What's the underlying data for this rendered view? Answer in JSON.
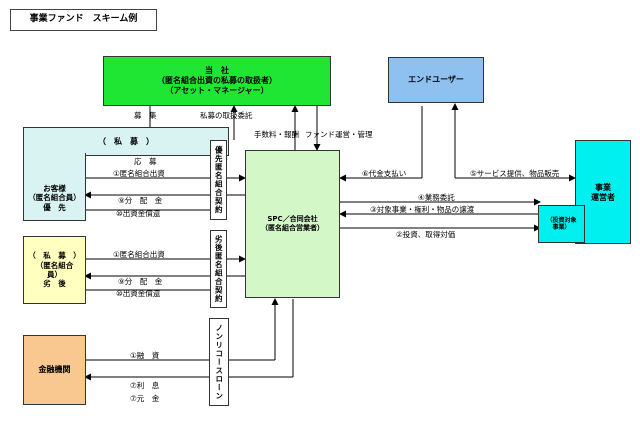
{
  "title": "事業ファンド　スキーム例",
  "boxes": {
    "asset_manager": {
      "line1": "当　社",
      "line2": "（匿名組合出資の私募の取扱者）",
      "line3": "（アセット・マネージャー）"
    },
    "end_user": "エンドユーザー",
    "customer": {
      "header": "（　私　募　）",
      "line1": "お客様",
      "line2": "（匿名組合員）",
      "line3": "優　先"
    },
    "junior": {
      "line1": "（　私　募　）",
      "line2": "（匿名組合",
      "line3": "員）",
      "line4": "劣　後"
    },
    "spc": {
      "line1": "SPC／合同会社",
      "line2": "（匿名組合営業者）"
    },
    "operator": {
      "line1": "事業",
      "line2": "運営者"
    },
    "investment_target": {
      "line1": "（投資対象",
      "line2": "事業）"
    },
    "bank": "金融機関",
    "senior_contract": "優先匿名組合契約",
    "junior_contract": "劣後匿名組合契約",
    "nonrecourse": "ノンリコースローン"
  },
  "labels": {
    "boshu": "募　集",
    "oubo": "応　募",
    "shibo_itaku": "私募の取扱委託",
    "fee": "手数料・報酬",
    "fund_ops": "ファンド運営・管理",
    "senior_invest": "①匿名組合出資",
    "senior_dist": "⑨分　配　金",
    "senior_repay": "⑩出資金償還",
    "junior_invest": "①匿名組合出資",
    "junior_dist": "⑨分　配　金",
    "junior_repay": "⑩出資金償還",
    "payment": "⑥代金支払い",
    "service": "⑤サービス提供、物品販売",
    "outsourcing": "④業務委託",
    "transfer": "③対象事業・権利・物品の譲渡",
    "investment": "②投資、取得対価",
    "loan": "①融　資",
    "interest": "⑦利　息",
    "principal": "⑦元　金"
  },
  "colors": {
    "asset_manager": "#1ee632",
    "end_user": "#8ec1f0",
    "customer_outer": "#d9f3f3",
    "junior": "#ffffc0",
    "spc": "#d4f7c8",
    "operator": "#00f0f0",
    "bank": "#f8c890"
  }
}
